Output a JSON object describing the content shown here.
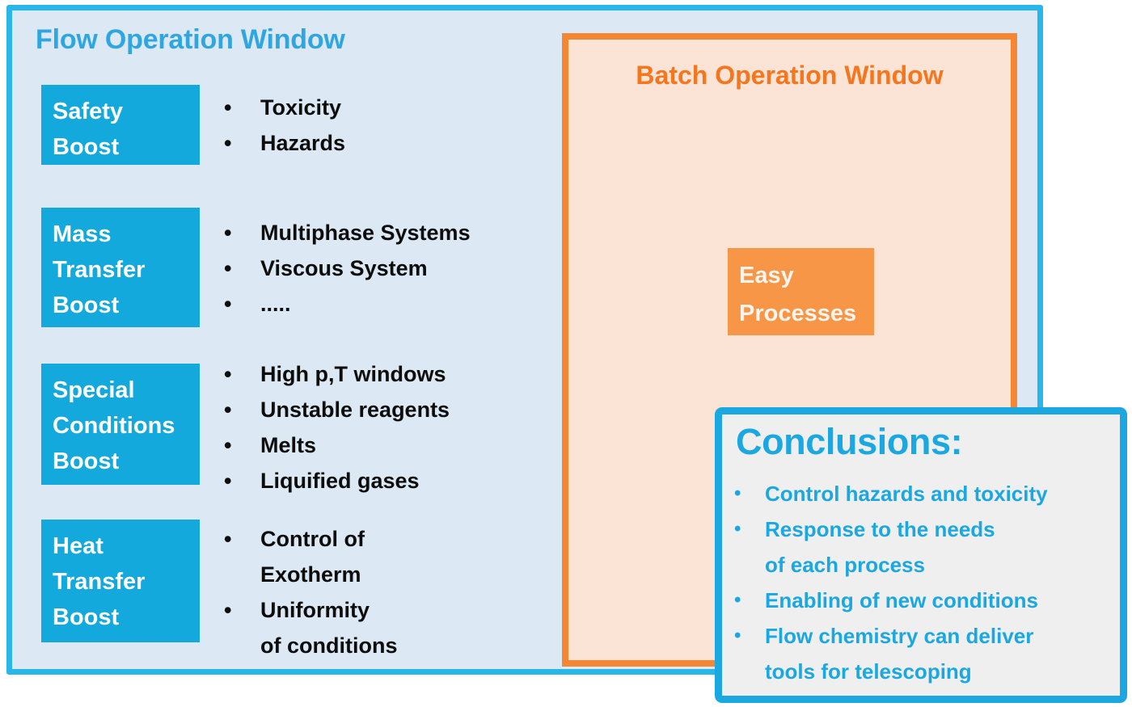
{
  "colors": {
    "flow_accent": "#29b6e8",
    "flow_panel_bg": "#dce8f4",
    "chip_blue": "#14a9dd",
    "batch_accent": "#f58634",
    "batch_panel_bg": "#fbe4d5",
    "chip_orange": "#f79646",
    "conclusions_accent": "#1ba7e0",
    "conclusions_bg": "#efefef",
    "bullet_text": "#0d0d0d"
  },
  "flow_window": {
    "title": "Flow Operation Window",
    "groups": [
      {
        "chip": {
          "lines": [
            "Safety",
            "Boost"
          ]
        },
        "bullets": [
          {
            "bullet": "•",
            "lines": [
              "Toxicity"
            ]
          },
          {
            "bullet": "•",
            "lines": [
              "Hazards"
            ]
          }
        ]
      },
      {
        "chip": {
          "lines": [
            "Mass",
            "Transfer",
            "Boost"
          ]
        },
        "bullets": [
          {
            "bullet": "•",
            "lines": [
              "Multiphase Systems"
            ]
          },
          {
            "bullet": "•",
            "lines": [
              "Viscous System"
            ]
          },
          {
            "bullet": "•",
            "lines": [
              "....."
            ]
          }
        ]
      },
      {
        "chip": {
          "lines": [
            "Special",
            "Conditions",
            "Boost"
          ]
        },
        "bullets": [
          {
            "bullet": "•",
            "lines": [
              "High p,T windows"
            ]
          },
          {
            "bullet": "•",
            "lines": [
              "Unstable reagents"
            ]
          },
          {
            "bullet": "•",
            "lines": [
              "Melts"
            ]
          },
          {
            "bullet": "•",
            "lines": [
              "Liquified gases"
            ]
          }
        ]
      },
      {
        "chip": {
          "lines": [
            "Heat",
            "Transfer",
            "Boost"
          ]
        },
        "bullets": [
          {
            "bullet": "•",
            "lines": [
              "Control of",
              "Exotherm"
            ]
          },
          {
            "bullet": "•",
            "lines": [
              "Uniformity",
              "of conditions"
            ]
          }
        ]
      }
    ]
  },
  "batch_window": {
    "title": "Batch Operation Window",
    "chip": {
      "lines": [
        "Easy",
        "Processes"
      ]
    }
  },
  "conclusions": {
    "title": "Conclusions:",
    "items": [
      {
        "bullet": "•",
        "lines": [
          "Control hazards and toxicity"
        ]
      },
      {
        "bullet": "•",
        "lines": [
          "Response to the needs",
          "of each process"
        ]
      },
      {
        "bullet": "•",
        "lines": [
          "Enabling of new conditions"
        ]
      },
      {
        "bullet": "•",
        "lines": [
          "Flow chemistry can deliver",
          "tools for telescoping"
        ]
      }
    ]
  }
}
